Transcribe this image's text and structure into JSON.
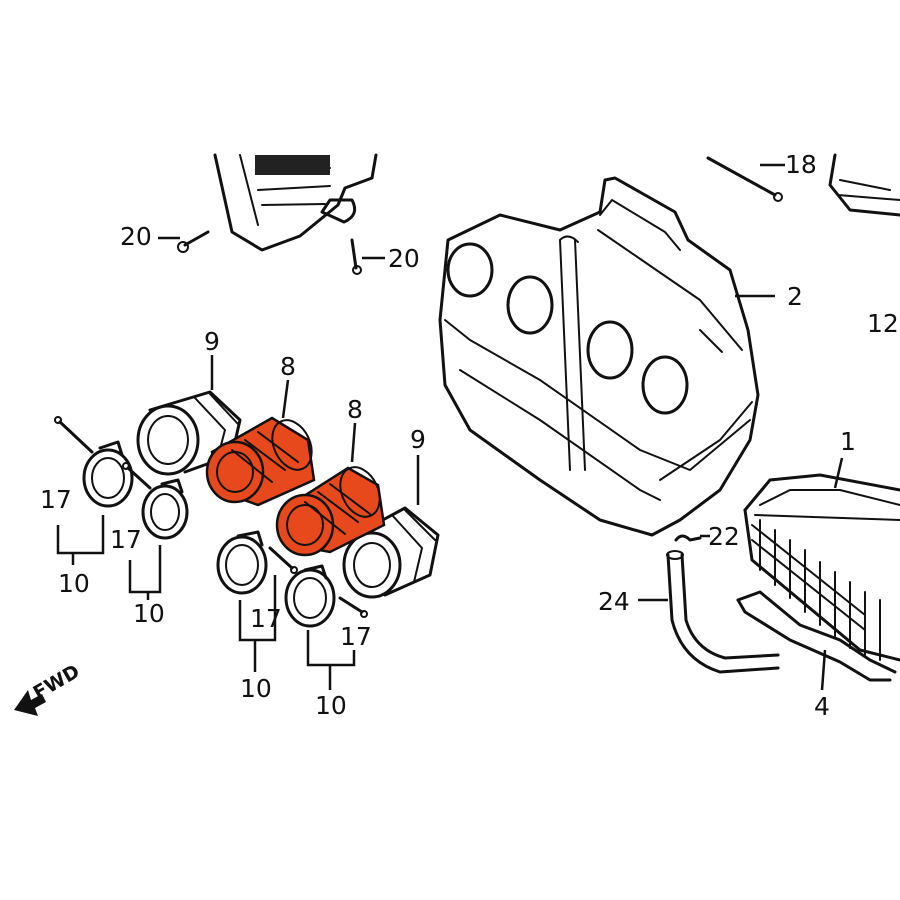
{
  "parts": [
    {
      "id": "p1",
      "label": "1"
    },
    {
      "id": "p2",
      "label": "2"
    },
    {
      "id": "p4",
      "label": "4"
    },
    {
      "id": "p8a",
      "label": "8"
    },
    {
      "id": "p8b",
      "label": "8"
    },
    {
      "id": "p9a",
      "label": "9"
    },
    {
      "id": "p9b",
      "label": "9"
    },
    {
      "id": "p10a",
      "label": "10"
    },
    {
      "id": "p10b",
      "label": "10"
    },
    {
      "id": "p10c",
      "label": "10"
    },
    {
      "id": "p10d",
      "label": "10"
    },
    {
      "id": "p12",
      "label": "12"
    },
    {
      "id": "p17a",
      "label": "17"
    },
    {
      "id": "p17b",
      "label": "17"
    },
    {
      "id": "p17c",
      "label": "17"
    },
    {
      "id": "p17d",
      "label": "17"
    },
    {
      "id": "p18",
      "label": "18"
    },
    {
      "id": "p20a",
      "label": "20"
    },
    {
      "id": "p20b",
      "label": "20"
    },
    {
      "id": "p22",
      "label": "22"
    },
    {
      "id": "p24",
      "label": "24"
    }
  ],
  "direction_label": "FWD",
  "colors": {
    "highlight": "#e8491c",
    "line": "#111111",
    "background": "#ffffff"
  }
}
